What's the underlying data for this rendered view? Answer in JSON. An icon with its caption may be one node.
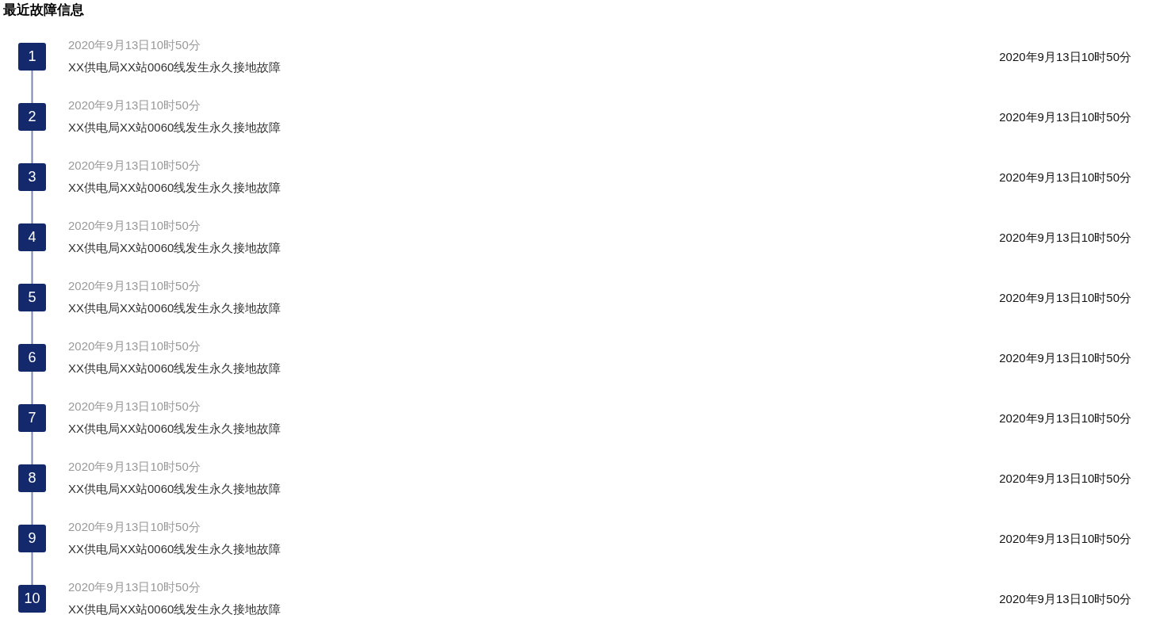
{
  "diagram": {
    "title": "最近故障信息",
    "nodes": [
      {
        "text": [
          "1"
        ],
        "beside": [
          "2020年9月13日10时50分",
          "XX供电局XX站0060线发生永久接地故障"
        ]
      },
      {
        "text": [
          "2"
        ],
        "beside": [
          "2020年9月13日10时50分",
          "XX供电局XX站0060线发生永久接地故障"
        ]
      },
      {
        "text": [
          "3"
        ],
        "beside": [
          "2020年9月13日10时50分",
          "XX供电局XX站0060线发生永久接地故障"
        ]
      },
      {
        "text": [
          "4"
        ],
        "beside": [
          "2020年9月13日10时50分",
          "XX供电局XX站0060线发生永久接地故障"
        ]
      },
      {
        "text": [
          "5"
        ],
        "beside": [
          "2020年9月13日10时50分",
          "XX供电局XX站0060线发生永久接地故障"
        ]
      },
      {
        "text": [
          "6"
        ],
        "beside": [
          "2020年9月13日10时50分",
          "XX供电局XX站0060线发生永久接地故障"
        ]
      },
      {
        "text": [
          "7"
        ],
        "beside": [
          "2020年9月13日10时50分",
          "XX供电局XX站0060线发生永久接地故障"
        ]
      },
      {
        "text": [
          "8"
        ],
        "beside": [
          "2020年9月13日10时50分",
          "XX供电局XX站0060线发生永久接地故障"
        ]
      },
      {
        "text": [
          "9"
        ],
        "beside": [
          "2020年9月13日10时50分",
          "XX供电局XX站0060线发生永久接地故障"
        ]
      },
      {
        "text": [
          "10"
        ],
        "beside": [
          "2020年9月13日10时50分",
          "XX供电局XX站0060线发生永久接地故障"
        ]
      }
    ],
    "edges": [
      {
        "from": 0,
        "to": 1,
        "arrow": "none"
      },
      {
        "from": 1,
        "to": 2,
        "arrow": "none"
      },
      {
        "from": 2,
        "to": 3,
        "arrow": "none"
      },
      {
        "from": 3,
        "to": 4,
        "arrow": "none"
      },
      {
        "from": 4,
        "to": 5,
        "arrow": "none"
      },
      {
        "from": 5,
        "to": 6,
        "arrow": "none"
      },
      {
        "from": 6,
        "to": 7,
        "arrow": "none"
      },
      {
        "from": 7,
        "to": 8,
        "arrow": "none"
      },
      {
        "from": 8,
        "to": 9,
        "arrow": "none"
      }
    ],
    "labels": [
      "2020年9月13日10时50分",
      "2020年9月13日10时50分",
      "2020年9月13日10时50分",
      "2020年9月13日10时50分",
      "2020年9月13日10时50分",
      "2020年9月13日10时50分",
      "2020年9月13日10时50分",
      "2020年9月13日10时50分",
      "2020年9月13日10时50分",
      "2020年9月13日10时50分"
    ]
  }
}
